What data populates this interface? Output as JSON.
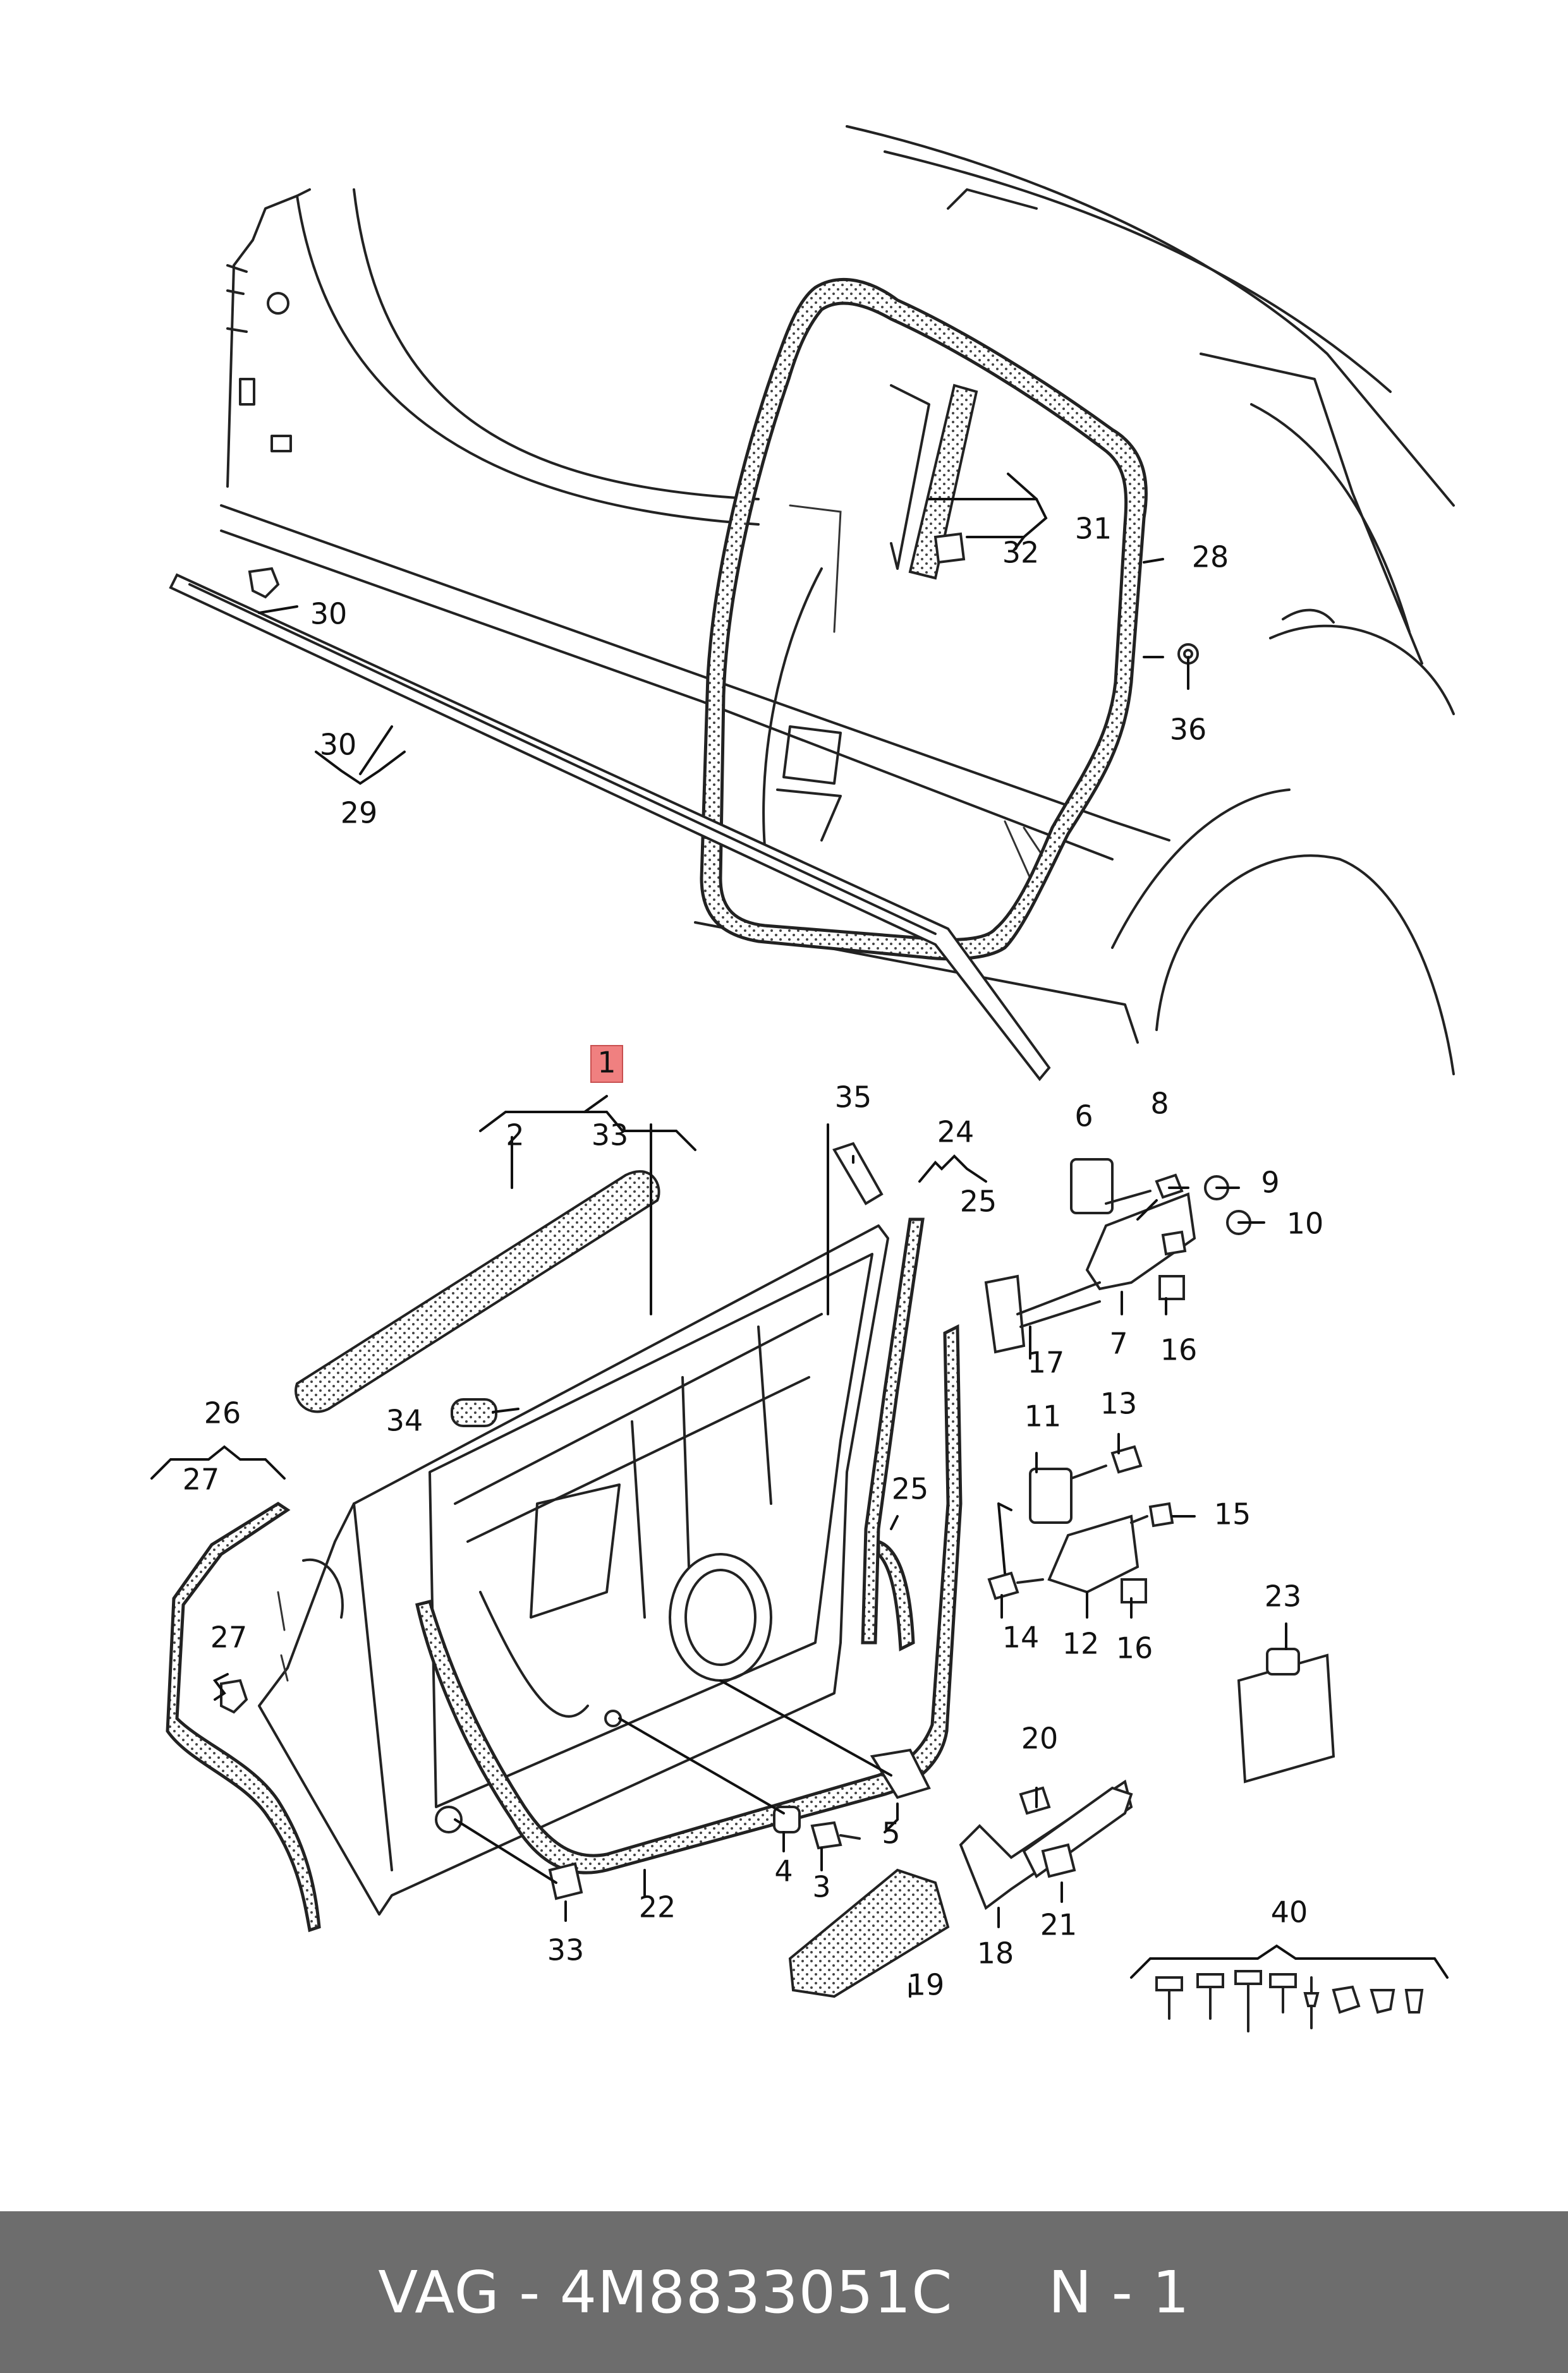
{
  "footer": {
    "brand": "VAG",
    "sep": " - ",
    "part_number": "4M8833051C",
    "gap": "     ",
    "page": "N - 1"
  },
  "labels": {
    "p1": "1",
    "p2": "2",
    "p3": "3",
    "p4": "4",
    "p5": "5",
    "p6": "6",
    "p7": "7",
    "p8": "8",
    "p9": "9",
    "p10": "10",
    "p11": "11",
    "p12": "12",
    "p13": "13",
    "p14": "14",
    "p15": "15",
    "p16a": "16",
    "p16b": "16",
    "p17": "17",
    "p18": "18",
    "p19": "19",
    "p20": "20",
    "p21": "21",
    "p22": "22",
    "p23": "23",
    "p24": "24",
    "p25a": "25",
    "p25b": "25",
    "p26": "26",
    "p27a": "27",
    "p27b": "27",
    "p28": "28",
    "p29": "29",
    "p30a": "30",
    "p30b": "30",
    "p31": "31",
    "p32": "32",
    "p33a": "33",
    "p33b": "33",
    "p34": "34",
    "p35": "35",
    "p36": "36",
    "p40": "40"
  },
  "highlight_color": "#f08080"
}
